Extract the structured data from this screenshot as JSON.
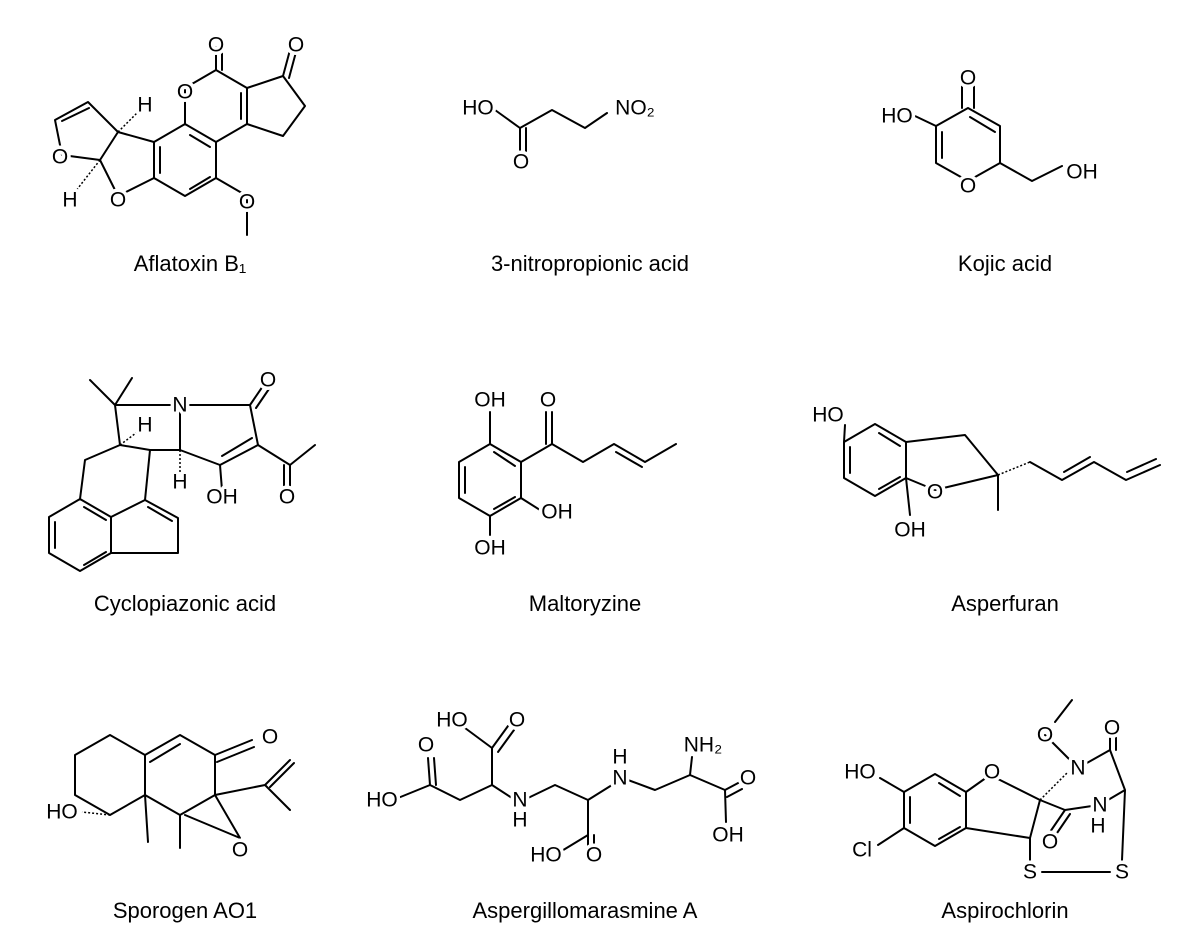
{
  "compounds": [
    {
      "name": "Aflatoxin B₁",
      "atoms": [
        "O",
        "O",
        "O",
        "H",
        "O",
        "H",
        "O",
        "O"
      ]
    },
    {
      "name": "3-nitropropionic acid",
      "atoms": [
        "HO",
        "O",
        "NO₂"
      ]
    },
    {
      "name": "Kojic acid",
      "atoms": [
        "O",
        "HO",
        "O",
        "OH"
      ]
    },
    {
      "name": "Cyclopiazonic acid",
      "atoms": [
        "N",
        "O",
        "H",
        "H",
        "OH",
        "O"
      ]
    },
    {
      "name": "Maltoryzine",
      "atoms": [
        "OH",
        "O",
        "OH",
        "OH"
      ]
    },
    {
      "name": "Asperfuran",
      "atoms": [
        "HO",
        "O",
        "OH"
      ]
    },
    {
      "name": "Sporogen AO1",
      "atoms": [
        "O",
        "HO",
        "O"
      ]
    },
    {
      "name": "Aspergillomarasmine A",
      "atoms": [
        "HO",
        "O",
        "O",
        "NH₂",
        "H",
        "N",
        "O",
        "HO",
        "N",
        "H",
        "OH",
        "HO",
        "O"
      ]
    },
    {
      "name": "Aspirochlorin",
      "atoms": [
        "O",
        "O",
        "N",
        "HO",
        "O",
        "N",
        "H",
        "O",
        "Cl",
        "S",
        "S"
      ]
    }
  ]
}
